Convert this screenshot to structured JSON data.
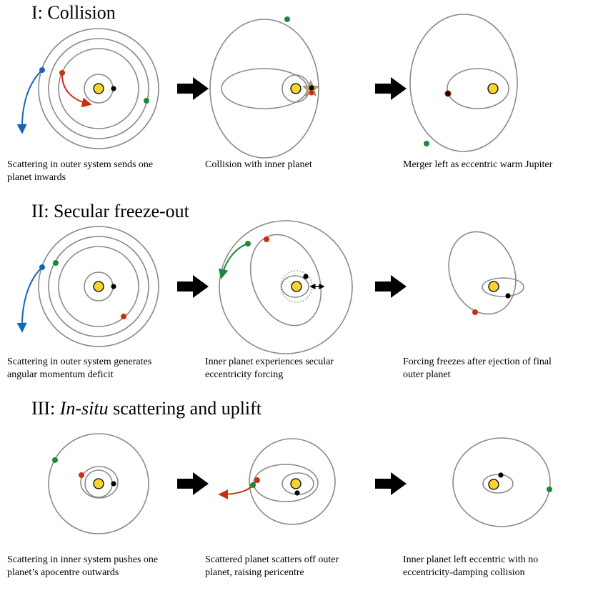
{
  "sections": [
    {
      "heading": {
        "prefix": "I: ",
        "emph": "",
        "rest": "Collision"
      },
      "captions": [
        {
          "lines": [
            "Scattering in outer system sends one",
            "planet inwards"
          ]
        },
        {
          "lines": [
            "Collision with inner planet"
          ]
        },
        {
          "lines": [
            "Merger left as eccentric warm Jupiter"
          ]
        }
      ]
    },
    {
      "heading": {
        "prefix": "II: ",
        "emph": "",
        "rest": "Secular freeze-out"
      },
      "captions": [
        {
          "lines": [
            "Scattering in outer system generates",
            "angular momentum deficit"
          ]
        },
        {
          "lines": [
            "Inner planet experiences secular",
            "eccentricity forcing"
          ]
        },
        {
          "lines": [
            "Forcing freezes after ejection of final",
            "outer planet"
          ]
        }
      ]
    },
    {
      "heading": {
        "prefix": "III:  ",
        "emph": "In-situ",
        "rest": " scattering and uplift"
      },
      "captions": [
        {
          "lines": [
            "Scattering in inner system pushes one",
            "planet’s apocentre outwards"
          ]
        },
        {
          "lines": [
            "Scattered planet scatters off outer",
            "planet, raising pericentre"
          ]
        },
        {
          "lines": [
            "Inner planet left eccentric with no",
            "eccentricity-damping collision"
          ]
        }
      ]
    }
  ],
  "colors": {
    "orbit": "#8a8a8a",
    "star": "#f5d432",
    "red_planet": "#cc2e12",
    "green_planet": "#1a8a3a",
    "blue_planet": "#1565b8",
    "black_planet": "#000000",
    "arrow": "#000000"
  }
}
